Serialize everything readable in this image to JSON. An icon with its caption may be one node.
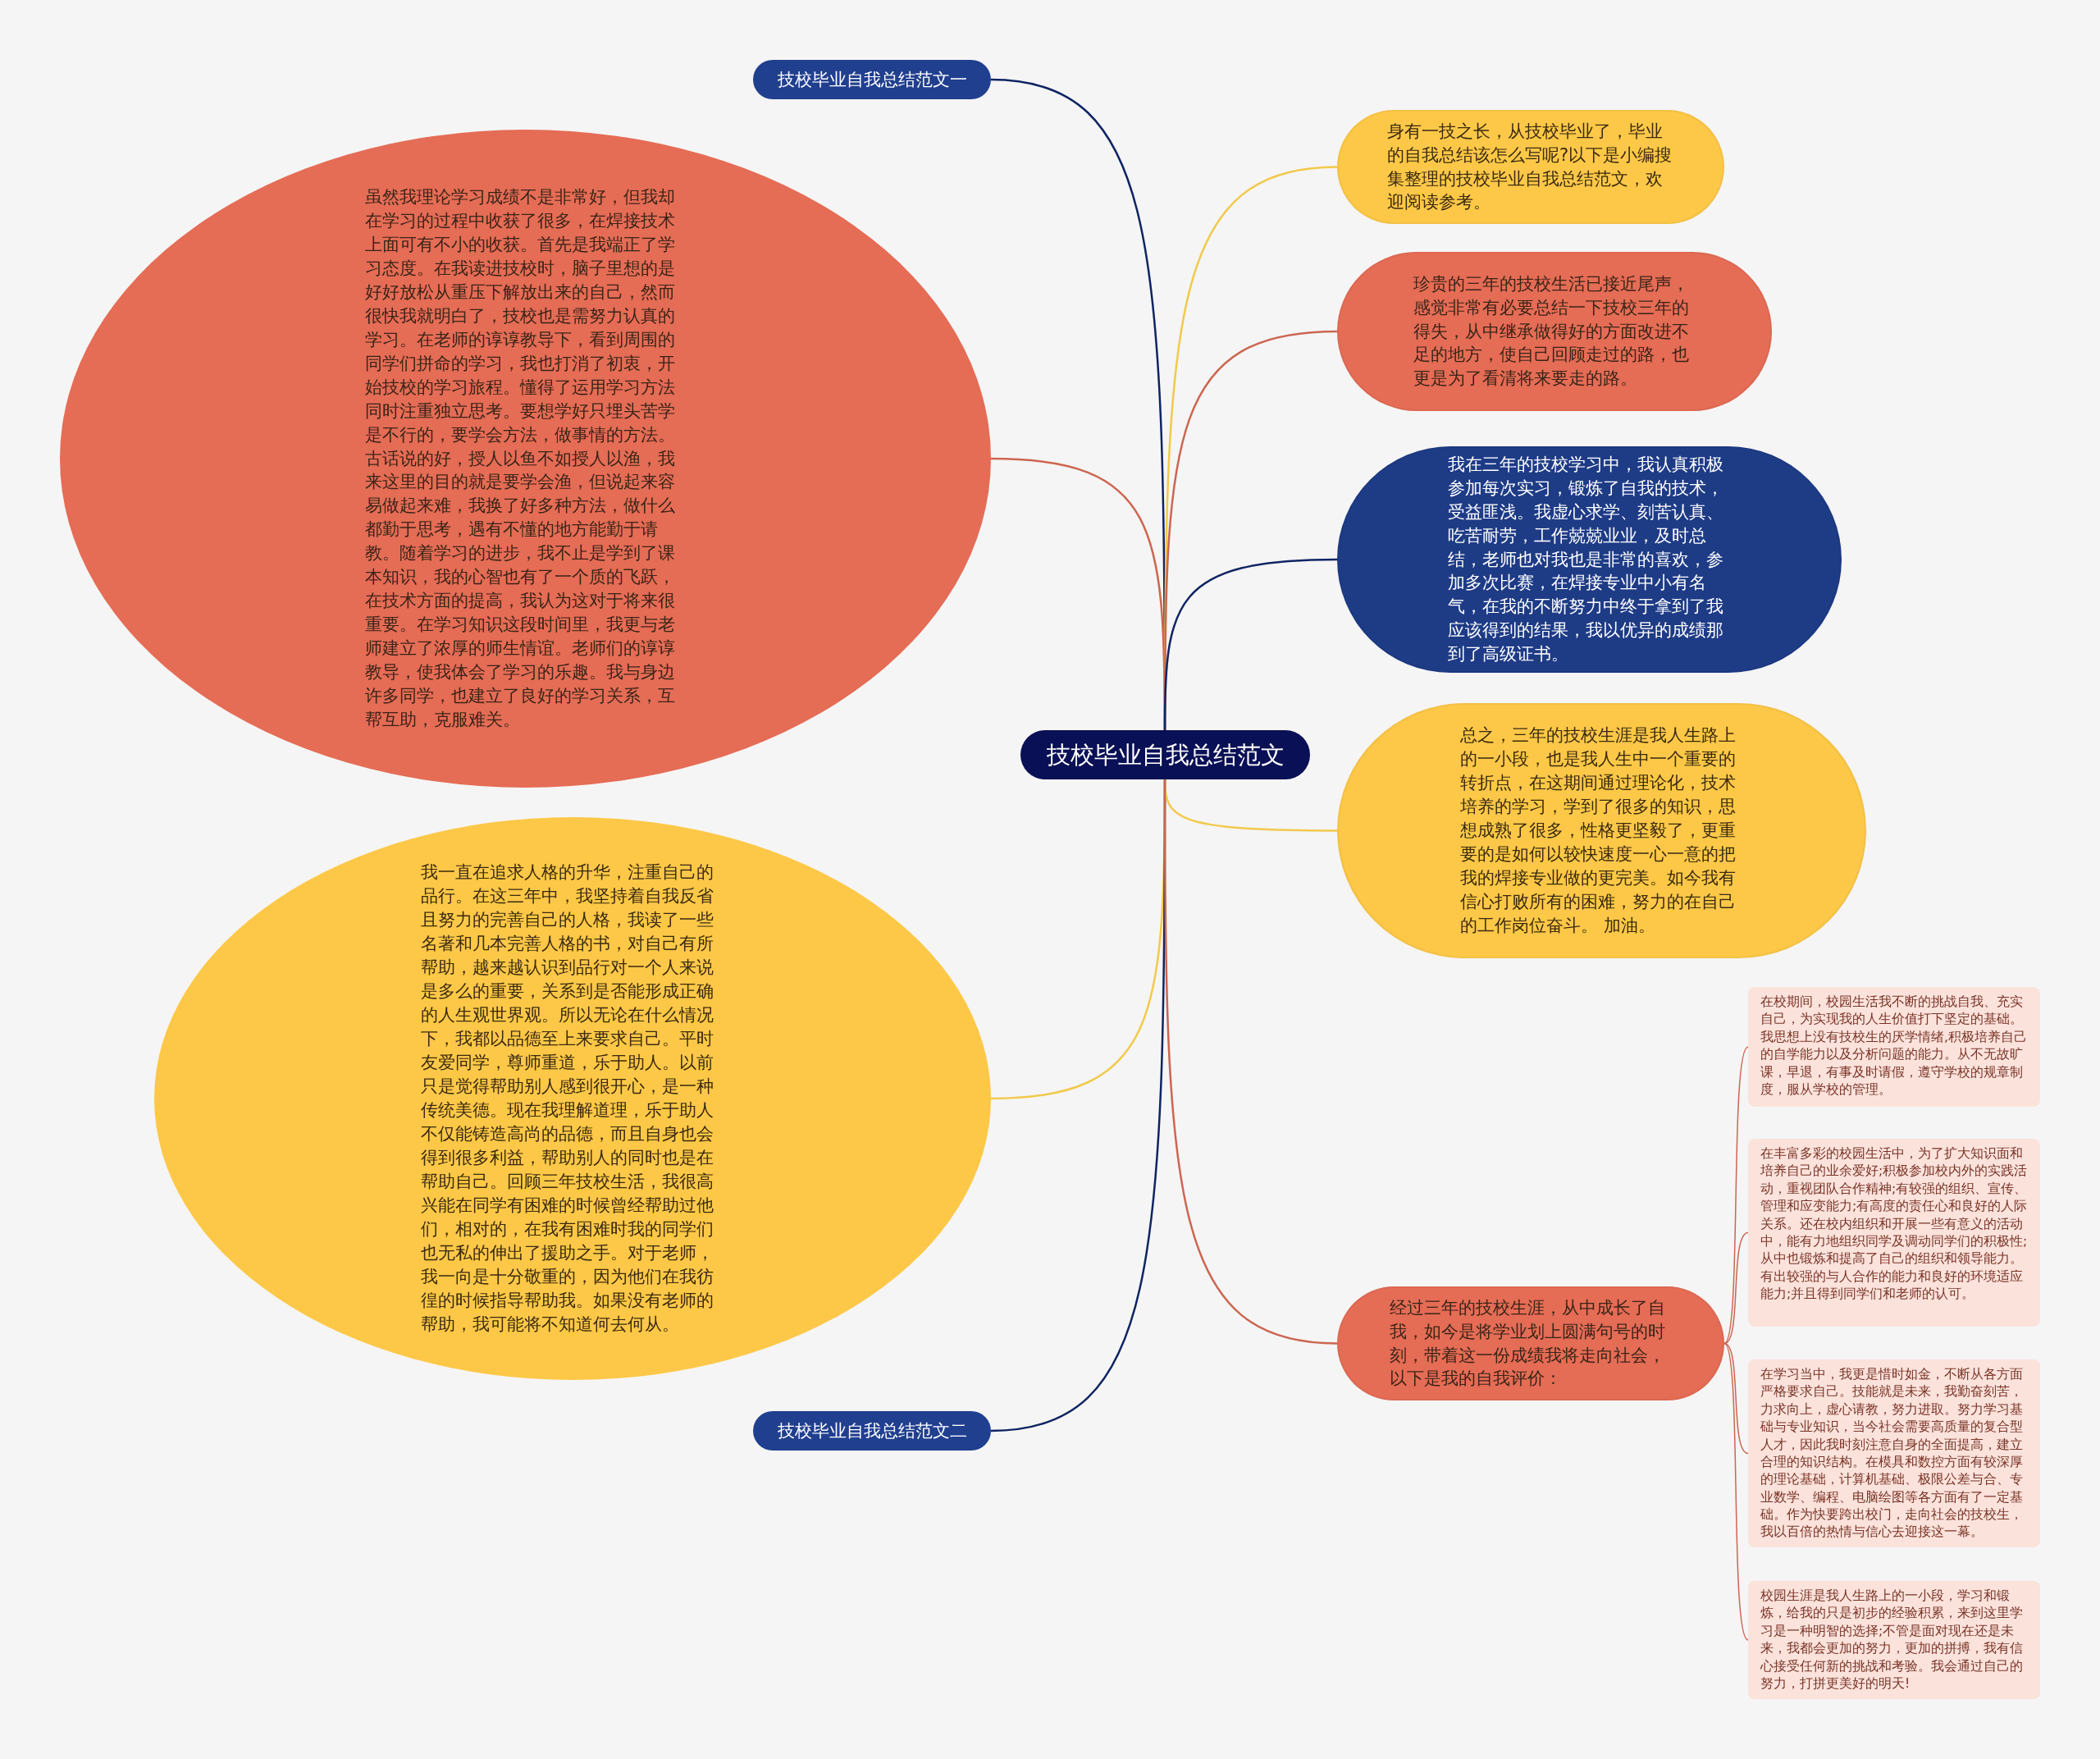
{
  "diagram": {
    "nodes": [
      {
        "text": [
          "技校毕业自我总结范文"
        ]
      },
      {
        "text": [
          "技校毕业自我总结范文一"
        ]
      },
      {
        "text": [
          "虽然我理论学习成绩不是非常好，但我却在学习的过程中收获了很多，在焊接技术上面可有不小的收获。首先是我端正了学习态度。在我读进技校时，脑子里想的是好好放松从重压下解放出来的自己，然而很快我就明白了，技校也是需努力认真的学习。在老师的谆谆教导下，看到周围的同学们拼命的学习，我也打消了初衷，开始技校的学习旅程。懂得了运用学习方法同时注重独立思考。要想学好只埋头苦学是不行的，要学会方法，做事情的方法。古话说的好，授人以鱼不如授人以渔，我来这里的目的就是要学会渔，但说起来容易做起来难，我换了好多种方法，做什么都勤于思考，遇有不懂的地方能勤于请教。随着学习的进步，我不止是学到了课本知识，我的心智也有了一个质的飞跃，在技术方面的提高，我认为这对于将来很重要。在学习知识这段时间里，我更与老师建立了浓厚的师生情谊。老师们的谆谆教导，使我体会了学习的乐趣。我与身边许多同学，也建立了良好的学习关系，互帮互助，克服难关。"
        ]
      },
      {
        "text": [
          "我一直在追求人格的升华，注重自己的品行。在这三年中，我坚持着自我反省且努力的完善自己的人格，我读了一些名著和几本完善人格的书，对自己有所帮助，越来越认识到品行对一个人来说是多么的重要，关系到是否能形成正确的人生观世界观。所以无论在什么情况下，我都以品德至上来要求自己。平时友爱同学，尊师重道，乐于助人。以前只是觉得帮助别人感到很开心，是一种传统美德。现在我理解道理，乐于助人不仅能铸造高尚的品德，而且自身也会得到很多利益，帮助别人的同时也是在帮助自己。回顾三年技校生活，我很高兴能在同学有困难的时候曾经帮助过他们，相对的，在我有困难时我的同学们也无私的伸出了援助之手。对于老师，我一向是十分敬重的，因为他们在我彷徨的时候指导帮助我。如果没有老师的帮助，我可能将不知道何去何从。"
        ]
      },
      {
        "text": [
          "技校毕业自我总结范文二"
        ]
      },
      {
        "text": [
          "身有一技之长，从技校毕业了，毕业的自我总结该怎么写呢?以下是小编搜集整理的技校毕业自我总结范文，欢迎阅读参考。"
        ]
      },
      {
        "text": [
          "珍贵的三年的技校生活已接近尾声，感觉非常有必要总结一下技校三年的得失，从中继承做得好的方面改进不足的地方，使自己回顾走过的路，也更是为了看清将来要走的路。"
        ]
      },
      {
        "text": [
          "我在三年的技校学习中，我认真积极参加每次实习，锻炼了自我的技术，受益匪浅。我虚心求学、刻苦认真、吃苦耐劳，工作兢兢业业，及时总结，老师也对我也是非常的喜欢，参加多次比赛，在焊接专业中小有名气，在我的不断努力中终于拿到了我应该得到的结果，我以优异的成绩那到了高级证书。"
        ]
      },
      {
        "text": [
          "总之，三年的技校生涯是我人生路上的一小段，也是我人生中一个重要的转折点，在这期间通过理论化，技术培养的学习，学到了很多的知识，思想成熟了很多，性格更坚毅了，更重要的是如何以较快速度一心一意的把我的焊接专业做的更完美。如今我有信心打败所有的困难，努力的在自己的工作岗位奋斗。 加油。"
        ]
      },
      {
        "text": [
          "经过三年的技校生涯，从中成长了自我，如今是将学业划上圆满句号的时刻，带着这一份成绩我将走向社会，以下是我的自我评价："
        ]
      },
      {
        "text": [
          "在校期间，校园生活我不断的挑战自我、充实自己，为实现我的人生价值打下坚定的基础。我思想上没有技校生的厌学情绪,积极培养自己的自学能力以及分析问题的能力。从不无故旷课，早退，有事及时请假，遵守学校的规章制度，服从学校的管理。"
        ]
      },
      {
        "text": [
          "在丰富多彩的校园生活中，为了扩大知识面和培养自己的业余爱好;积极参加校内外的实践活动，重视团队合作精神;有较强的组织、宣传、管理和应变能力;有高度的责任心和良好的人际关系。还在校内组织和开展一些有意义的活动中，能有力地组织同学及调动同学们的积极性;从中也锻炼和提高了自己的组织和领导能力。有出较强的与人合作的能力和良好的环境适应能力;并且得到同学们和老师的认可。"
        ]
      },
      {
        "text": [
          "在学习当中，我更是惜时如金，不断从各方面严格要求自己。技能就是未来，我勤奋刻苦，力求向上，虚心请教，努力进取。努力学习基础与专业知识，当今社会需要高质量的复合型人才，因此我时刻注意自身的全面提高，建立合理的知识结构。在模具和数控方面有较深厚的理论基础，计算机基础、极限公差与合、专业数学、编程、电脑绘图等各方面有了一定基础。作为快要跨出校门，走向社会的技校生，我以百倍的热情与信心去迎接这一幕。"
        ]
      },
      {
        "text": [
          "校园生涯是我人生路上的一小段，学习和锻炼，给我的只是初步的经验积累，来到这里学习是一种明智的选择;不管是面对现在还是未来，我都会更加的努力，更加的拼搏，我有信心接受任何新的挑战和考验。我会通过自己的努力，打拼更美好的明天!"
        ]
      }
    ],
    "edges": [
      {
        "from": 0,
        "to": 1,
        "arrow": "none",
        "color": "#0f2463"
      },
      {
        "from": 0,
        "to": 2,
        "arrow": "none"
      },
      {
        "from": 0,
        "to": 3,
        "arrow": "none",
        "color": "#f2c94c"
      },
      {
        "from": 0,
        "to": 4,
        "arrow": "none",
        "color": "#0f2463"
      },
      {
        "from": 0,
        "to": 5,
        "arrow": "none",
        "color": "#f2c94c"
      },
      {
        "from": 0,
        "to": 6,
        "arrow": "none"
      },
      {
        "from": 0,
        "to": 7,
        "arrow": "none",
        "color": "#0f2463"
      },
      {
        "from": 0,
        "to": 8,
        "arrow": "none",
        "color": "#f2c94c"
      },
      {
        "from": 0,
        "to": 9,
        "arrow": "none"
      },
      {
        "from": 9,
        "to": 10,
        "arrow": "none"
      },
      {
        "from": 9,
        "to": 11,
        "arrow": "none"
      },
      {
        "from": 9,
        "to": 12,
        "arrow": "none"
      },
      {
        "from": 9,
        "to": 13,
        "arrow": "none"
      }
    ]
  }
}
